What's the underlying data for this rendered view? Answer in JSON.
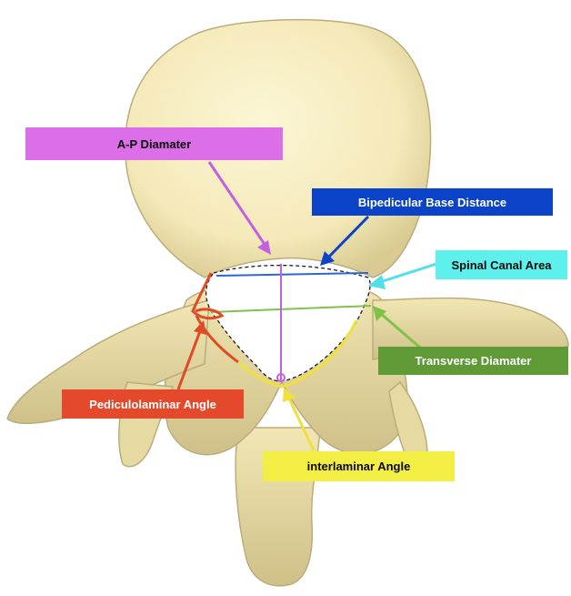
{
  "labels": {
    "ap_diameter": "A-P Diamater",
    "bipedicular_base_distance": "Bipedicular Base Distance",
    "spinal_canal_area": "Spinal Canal Area",
    "transverse_diameter": "Transverse Diamater",
    "pediculolaminar_angle": "Pediculolaminar Angle",
    "interlaminar_angle": "interlaminar Angle"
  },
  "colors": {
    "bone": "#f6edbf",
    "bone_shade": "#d9cc93",
    "bone_outline": "#b9ad7c",
    "magenta": "#dc6ee7",
    "magenta_line": "#c260e0",
    "blue": "#0a43c8",
    "blue_line": "#2e66d8",
    "cyan": "#5ef0ec",
    "cyan_line": "#4fe0ea",
    "green": "#5f9a36",
    "green_line": "#7fc24a",
    "red": "#e3492a",
    "red_line": "#e04a25",
    "yellow": "#f3ee43",
    "yellow_line": "#efe03c",
    "text_dark": "#0a0a0a",
    "text_light": "#ffffff"
  }
}
